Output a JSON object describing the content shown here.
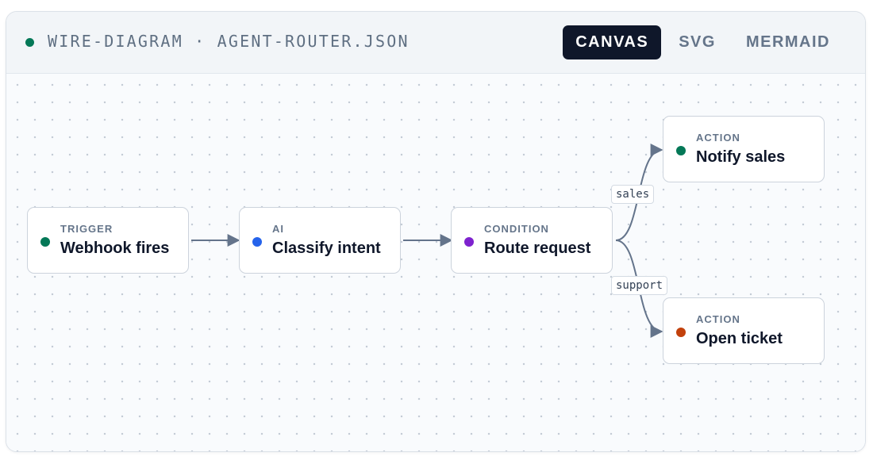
{
  "header": {
    "title": "WIRE-DIAGRAM · AGENT-ROUTER.JSON",
    "status_color": "#047857"
  },
  "tabs": [
    {
      "label": "CANVAS",
      "active": true
    },
    {
      "label": "SVG",
      "active": false
    },
    {
      "label": "MERMAID",
      "active": false
    }
  ],
  "diagram": {
    "nodes": [
      {
        "id": "trigger",
        "kind": "TRIGGER",
        "name": "Webhook fires",
        "color": "#047857"
      },
      {
        "id": "ai",
        "kind": "AI",
        "name": "Classify intent",
        "color": "#2563eb"
      },
      {
        "id": "condition",
        "kind": "CONDITION",
        "name": "Route request",
        "color": "#7e22ce"
      },
      {
        "id": "notify",
        "kind": "ACTION",
        "name": "Notify sales",
        "color": "#047857"
      },
      {
        "id": "ticket",
        "kind": "ACTION",
        "name": "Open ticket",
        "color": "#c2410c"
      }
    ],
    "edges": [
      {
        "from": "trigger",
        "to": "ai",
        "label": ""
      },
      {
        "from": "ai",
        "to": "condition",
        "label": ""
      },
      {
        "from": "condition",
        "to": "notify",
        "label": "sales"
      },
      {
        "from": "condition",
        "to": "ticket",
        "label": "support"
      }
    ],
    "wire_color": "#64748b"
  }
}
